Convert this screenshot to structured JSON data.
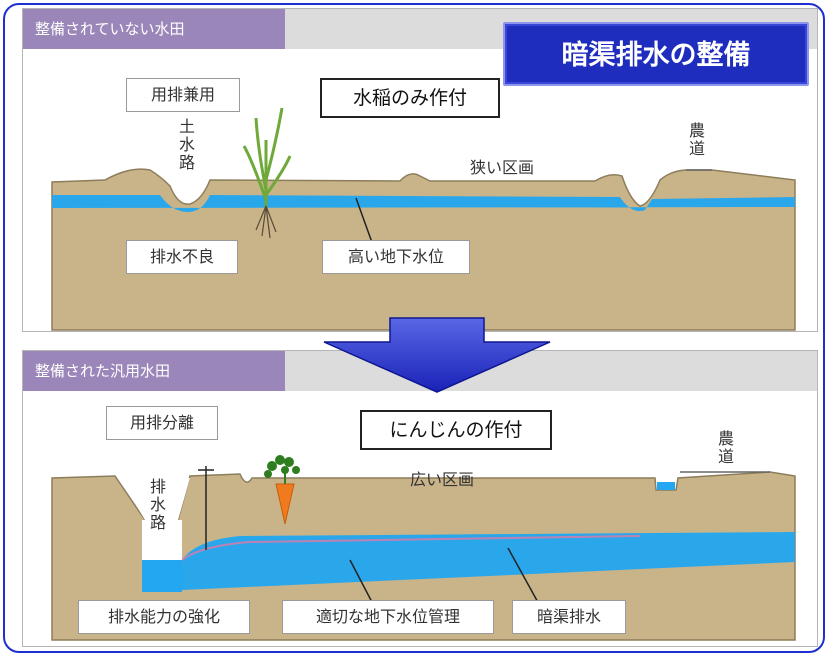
{
  "title": "暗渠排水の整備",
  "top": {
    "header": "整備されていない水田",
    "use_type": "用排兼用",
    "crop": "水稲のみ作付",
    "ditch": [
      "土",
      "水",
      "路"
    ],
    "section": "狭い区画",
    "farm_road": [
      "農",
      "道"
    ],
    "drainage": "排水不良",
    "groundwater": "高い地下水位"
  },
  "bottom": {
    "header": "整備された汎用水田",
    "use_type": "用排分離",
    "crop": "にんじんの作付",
    "channel": [
      "排",
      "水",
      "路"
    ],
    "section": "広い区画",
    "farm_road": [
      "農",
      "道"
    ],
    "drainage_capacity": "排水能力の強化",
    "groundwater_mgmt": "適切な地下水位管理",
    "subsurface": "暗渠排水"
  },
  "colors": {
    "soil": "#c9b48a",
    "water": "#22a7f0",
    "header_tab": "#9a86b9",
    "banner": "#1f2dbf",
    "frame": "#1d2fd0"
  }
}
